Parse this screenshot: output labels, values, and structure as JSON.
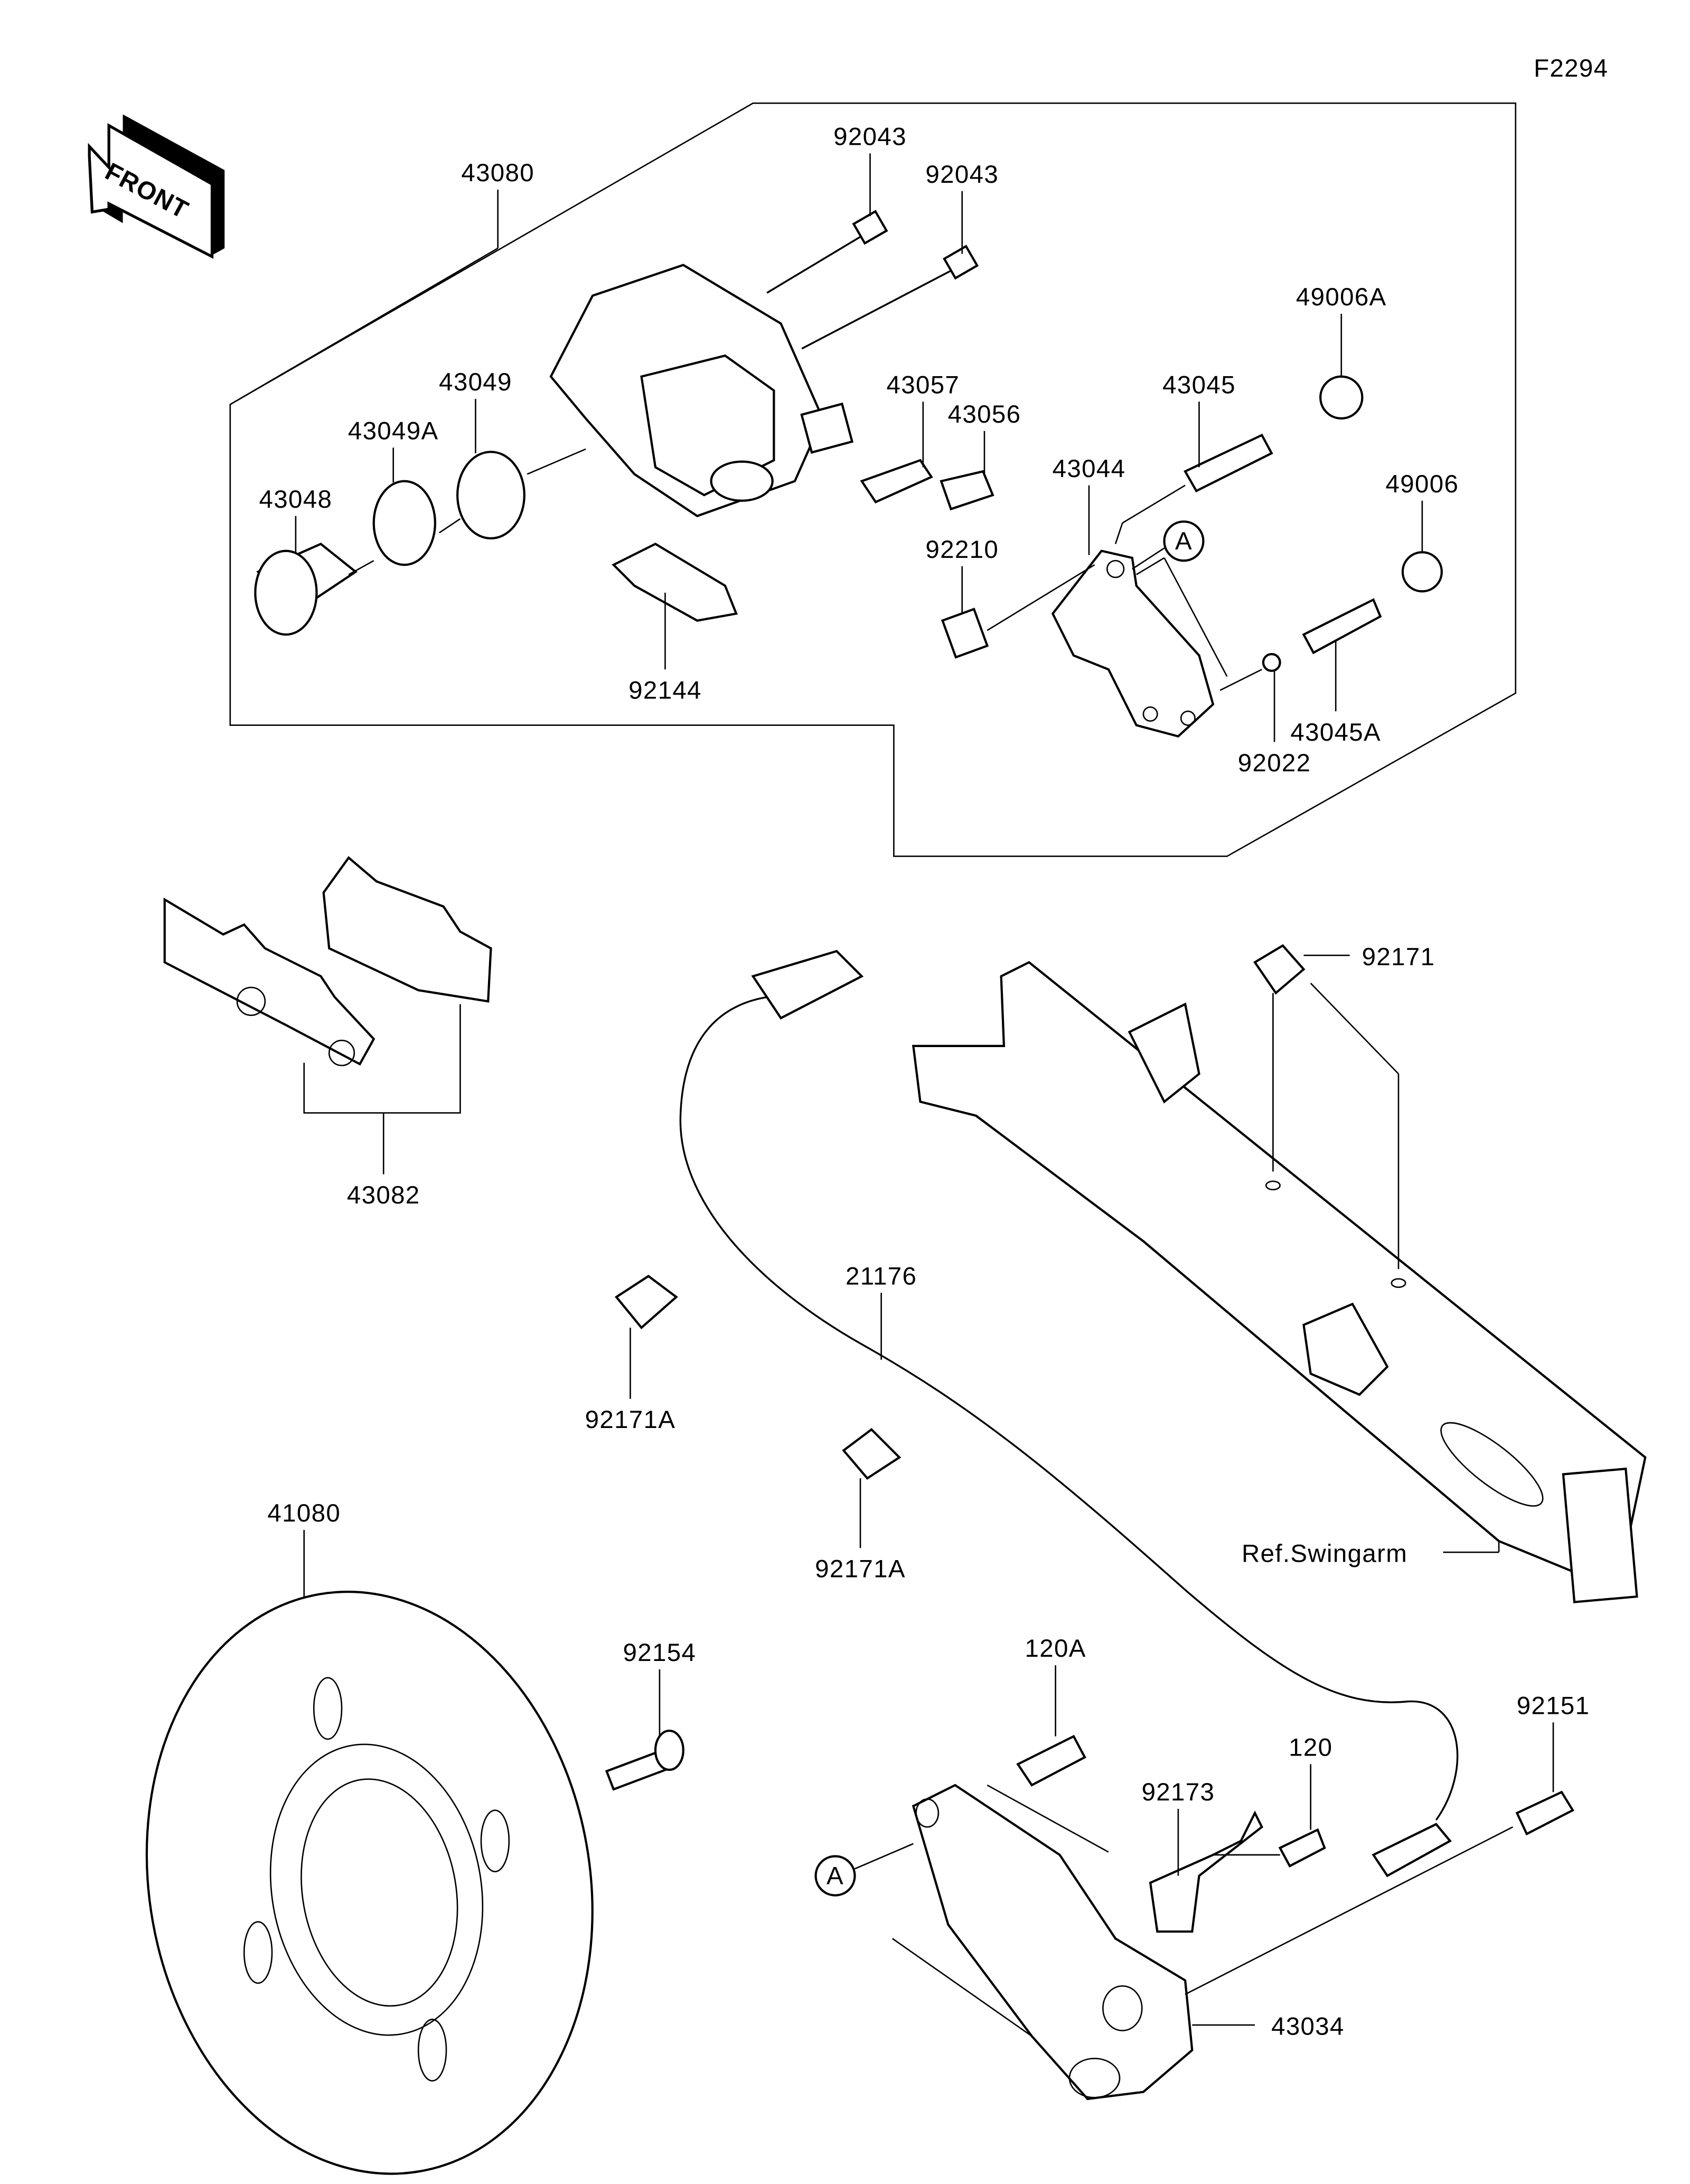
{
  "diagram": {
    "code": "F2294",
    "front_label": "FRONT",
    "ref_label": "Ref.Swingarm",
    "ref_marker": "A",
    "callouts": {
      "p43080": "43080",
      "p92043a": "92043",
      "p92043b": "92043",
      "p49006A": "49006A",
      "p43045": "43045",
      "p43049": "43049",
      "p43049A": "43049A",
      "p43057": "43057",
      "p43056": "43056",
      "p43048": "43048",
      "p43044": "43044",
      "p49006": "49006",
      "p92210": "92210",
      "p92144": "92144",
      "p43045A": "43045A",
      "p92022": "92022",
      "p92171": "92171",
      "p43082": "43082",
      "p21176": "21176",
      "p92171Aa": "92171A",
      "p92171Ab": "92171A",
      "p41080": "41080",
      "p92154": "92154",
      "p120A": "120A",
      "p92151": "92151",
      "p120": "120",
      "p92173": "92173",
      "p43034": "43034"
    }
  }
}
